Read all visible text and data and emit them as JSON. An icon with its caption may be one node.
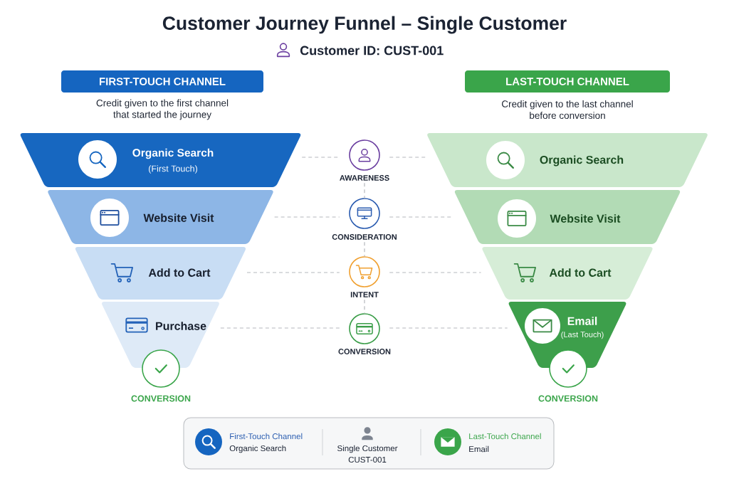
{
  "diagram": {
    "title": "Customer Journey Funnel – Single Customer",
    "nodes": [
      {
        "text": [
          "FIRST-TOUCH CHANNEL"
        ],
        "beside": [
          "Credit given to the first channel that started the journey"
        ]
      },
      {
        "text": [
          "LAST-TOUCH CHANNEL"
        ],
        "beside": [
          "Credit given to the last channel before conversion"
        ]
      },
      {
        "text": [
          "Organic Search",
          "(First Touch)"
        ]
      },
      {
        "text": [
          "AWARENESS"
        ]
      },
      {
        "text": [
          "Organic Search"
        ]
      },
      {
        "text": [
          "Website Visit"
        ]
      },
      {
        "text": [
          "CONSIDERATION"
        ]
      },
      {
        "text": [
          "Website Visit"
        ]
      },
      {
        "text": [
          "Add to Cart"
        ]
      },
      {
        "text": [
          "INTENT"
        ]
      },
      {
        "text": [
          "Add to Cart"
        ]
      },
      {
        "text": [
          "Purchase"
        ]
      },
      {
        "text": [
          "CONVERSION"
        ]
      },
      {
        "text": [
          "Email",
          "(Last Touch)"
        ]
      },
      {
        "text": [
          "CONVERSION"
        ]
      },
      {
        "text": [
          "CONVERSION"
        ]
      }
    ],
    "edges": [
      {
        "from": 2,
        "to": 3,
        "arrow": "none",
        "style": "dashed"
      },
      {
        "from": 3,
        "to": 4,
        "arrow": "none",
        "style": "dashed"
      },
      {
        "from": 5,
        "to": 6,
        "arrow": "none",
        "style": "dashed"
      },
      {
        "from": 6,
        "to": 7,
        "arrow": "none",
        "style": "dashed"
      },
      {
        "from": 8,
        "to": 9,
        "arrow": "none",
        "style": "dashed"
      },
      {
        "from": 9,
        "to": 10,
        "arrow": "none",
        "style": "dashed"
      },
      {
        "from": 11,
        "to": 12,
        "arrow": "none",
        "style": "dashed"
      },
      {
        "from": 12,
        "to": 13,
        "arrow": "none",
        "style": "dashed"
      },
      {
        "from": 3,
        "to": 6,
        "arrow": "none",
        "style": "dashed"
      },
      {
        "from": 6,
        "to": 9,
        "arrow": "none",
        "style": "dashed"
      },
      {
        "from": 9,
        "to": 12,
        "arrow": "none",
        "style": "dashed"
      }
    ],
    "labels": [
      "Customer ID: CUST-001",
      "First-Touch Channel",
      "Organic Search",
      "Single Customer",
      "CUST-001",
      "Last-Touch Channel",
      "Email"
    ]
  }
}
